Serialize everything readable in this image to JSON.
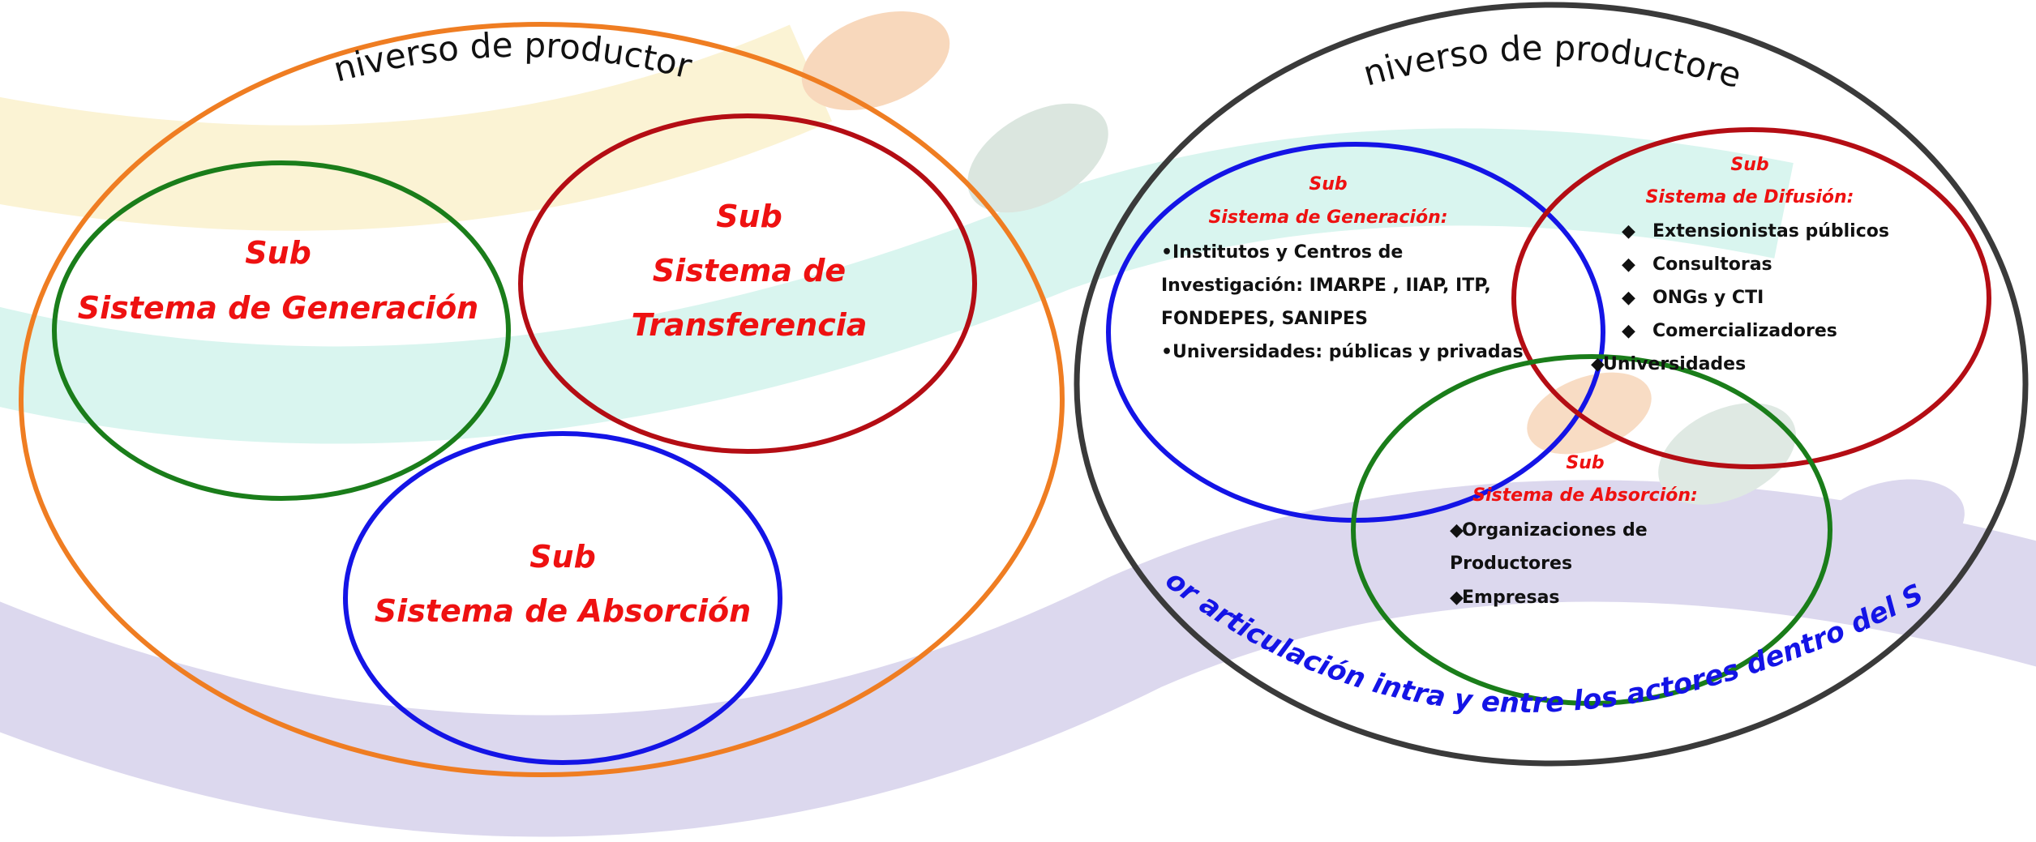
{
  "colors": {
    "outer_left": "#ef7d22",
    "outer_right": "#3a3a3a",
    "generation": "#1a7d1a",
    "transfer": "#b40d14",
    "absorption": "#1414e6",
    "label_red": "#ee1111",
    "arc_text": "#1414e6",
    "bg_purple": "#dcd8ee",
    "bg_teal": "#d9f5ef",
    "bg_yellow": "#fbf3d4"
  },
  "left_diagram": {
    "title": "Universo de  productores",
    "generation": {
      "line1": "Sub",
      "line2": "Sistema de Generación"
    },
    "transfer": {
      "line1": "Sub",
      "line2": "Sistema de",
      "line3": "Transferencia"
    },
    "absorption": {
      "line1": "Sub",
      "line2": "Sistema de Absorción"
    }
  },
  "right_diagram": {
    "title": "Universo de  productores",
    "generation": {
      "line1": "Sub",
      "line2": "Sistema de Generación:",
      "items": [
        "•Institutos y Centros de",
        "Investigación: IMARPE , IIAP, ITP,",
        "FONDEPES, SANIPES",
        "•Universidades: públicas y privadas"
      ]
    },
    "diffusion": {
      "line1": "Sub",
      "line2": "Sistema de Difusión:",
      "items": [
        "Extensionistas públicos",
        "Consultoras",
        "ONGs y CTI",
        "Comercializadores"
      ],
      "extra": "Universidades"
    },
    "absorption": {
      "line1": "Sub",
      "line2": "Sistema de Absorción:",
      "items": [
        "Organizaciones de",
        "Productores",
        "Empresas"
      ]
    },
    "arc_text": "Mayor articulación intra y entre los actores dentro del SNIPA"
  }
}
